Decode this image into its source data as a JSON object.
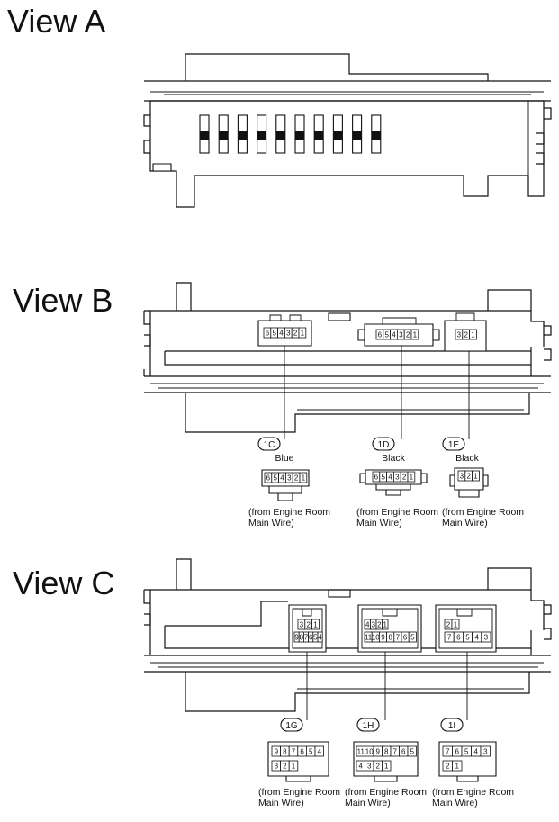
{
  "views": {
    "a": {
      "label": "View A"
    },
    "b": {
      "label": "View B"
    },
    "c": {
      "label": "View C"
    }
  },
  "connectors": {
    "c1c": {
      "code": "1C",
      "color": "Blue",
      "note_line1": "(from Engine Room",
      "note_line2": "Main Wire)",
      "face_pins": [
        "6",
        "5",
        "4",
        "3",
        "2",
        "1"
      ],
      "plug_pins": [
        "6",
        "5",
        "4",
        "3",
        "2",
        "1"
      ]
    },
    "c1d": {
      "code": "1D",
      "color": "Black",
      "note_line1": "(from Engine Room",
      "note_line2": "Main Wire)",
      "face_pins": [
        "6",
        "5",
        "4",
        "3",
        "2",
        "1"
      ],
      "plug_pins": [
        "6",
        "5",
        "4",
        "3",
        "2",
        "1"
      ]
    },
    "c1e": {
      "code": "1E",
      "color": "Black",
      "note_line1": "(from Engine Room",
      "note_line2": "Main Wire)",
      "face_pins": [
        "3",
        "2",
        "1"
      ],
      "plug_pins": [
        "3",
        "2",
        "1"
      ]
    },
    "c1g": {
      "code": "1G",
      "note_line1": "(from Engine Room",
      "note_line2": "Main Wire)",
      "face_top": [
        "3",
        "2",
        "1"
      ],
      "face_bottom": [
        "9",
        "8",
        "7",
        "6",
        "5",
        "4"
      ],
      "plug_top": [
        "9",
        "8",
        "7",
        "6",
        "5",
        "4"
      ],
      "plug_bottom": [
        "3",
        "2",
        "1"
      ]
    },
    "c1h": {
      "code": "1H",
      "note_line1": "(from Engine Room",
      "note_line2": "Main Wire)",
      "face_top": [
        "4",
        "3",
        "2",
        "1"
      ],
      "face_bottom": [
        "11",
        "10",
        "9",
        "8",
        "7",
        "6",
        "5"
      ],
      "plug_top": [
        "11",
        "10",
        "9",
        "8",
        "7",
        "6",
        "5"
      ],
      "plug_bottom": [
        "4",
        "3",
        "2",
        "1"
      ]
    },
    "c1i": {
      "code": "1I",
      "note_line1": "(from Engine Room",
      "note_line2": "Main Wire)",
      "face_top": [
        "2",
        "1"
      ],
      "face_bottom": [
        "7",
        "6",
        "5",
        "4",
        "3"
      ],
      "plug_top": [
        "7",
        "6",
        "5",
        "4",
        "3"
      ],
      "plug_bottom": [
        "2",
        "1"
      ]
    }
  }
}
